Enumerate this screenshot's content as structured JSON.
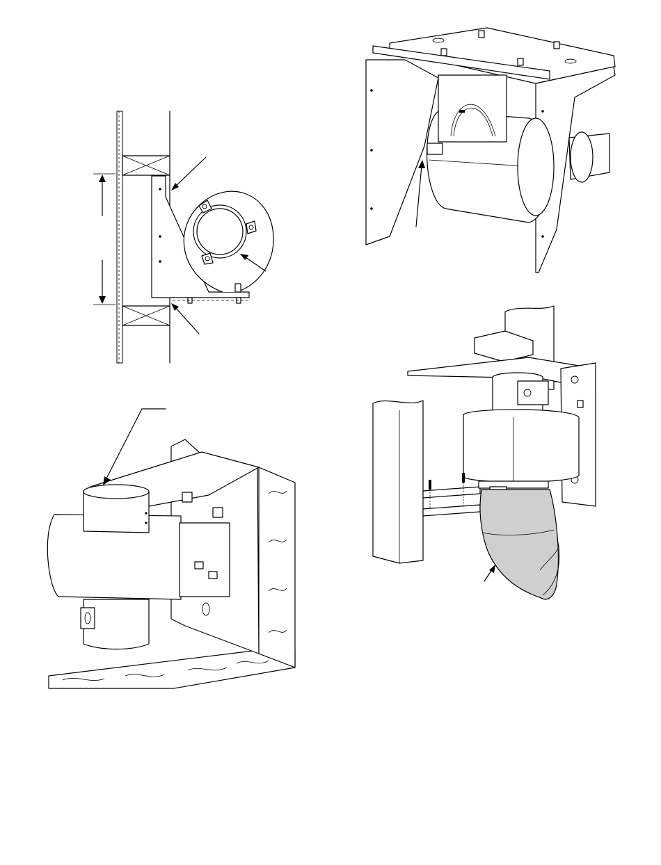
{
  "figures": [
    {
      "id": "side-view",
      "description_visible_text": ""
    },
    {
      "id": "top-right-view"
    },
    {
      "id": "bottom-left-view"
    },
    {
      "id": "bottom-right-view"
    }
  ],
  "colors": {
    "line": "#000000",
    "duct_shade": "#cfcfcf",
    "background": "#ffffff"
  }
}
